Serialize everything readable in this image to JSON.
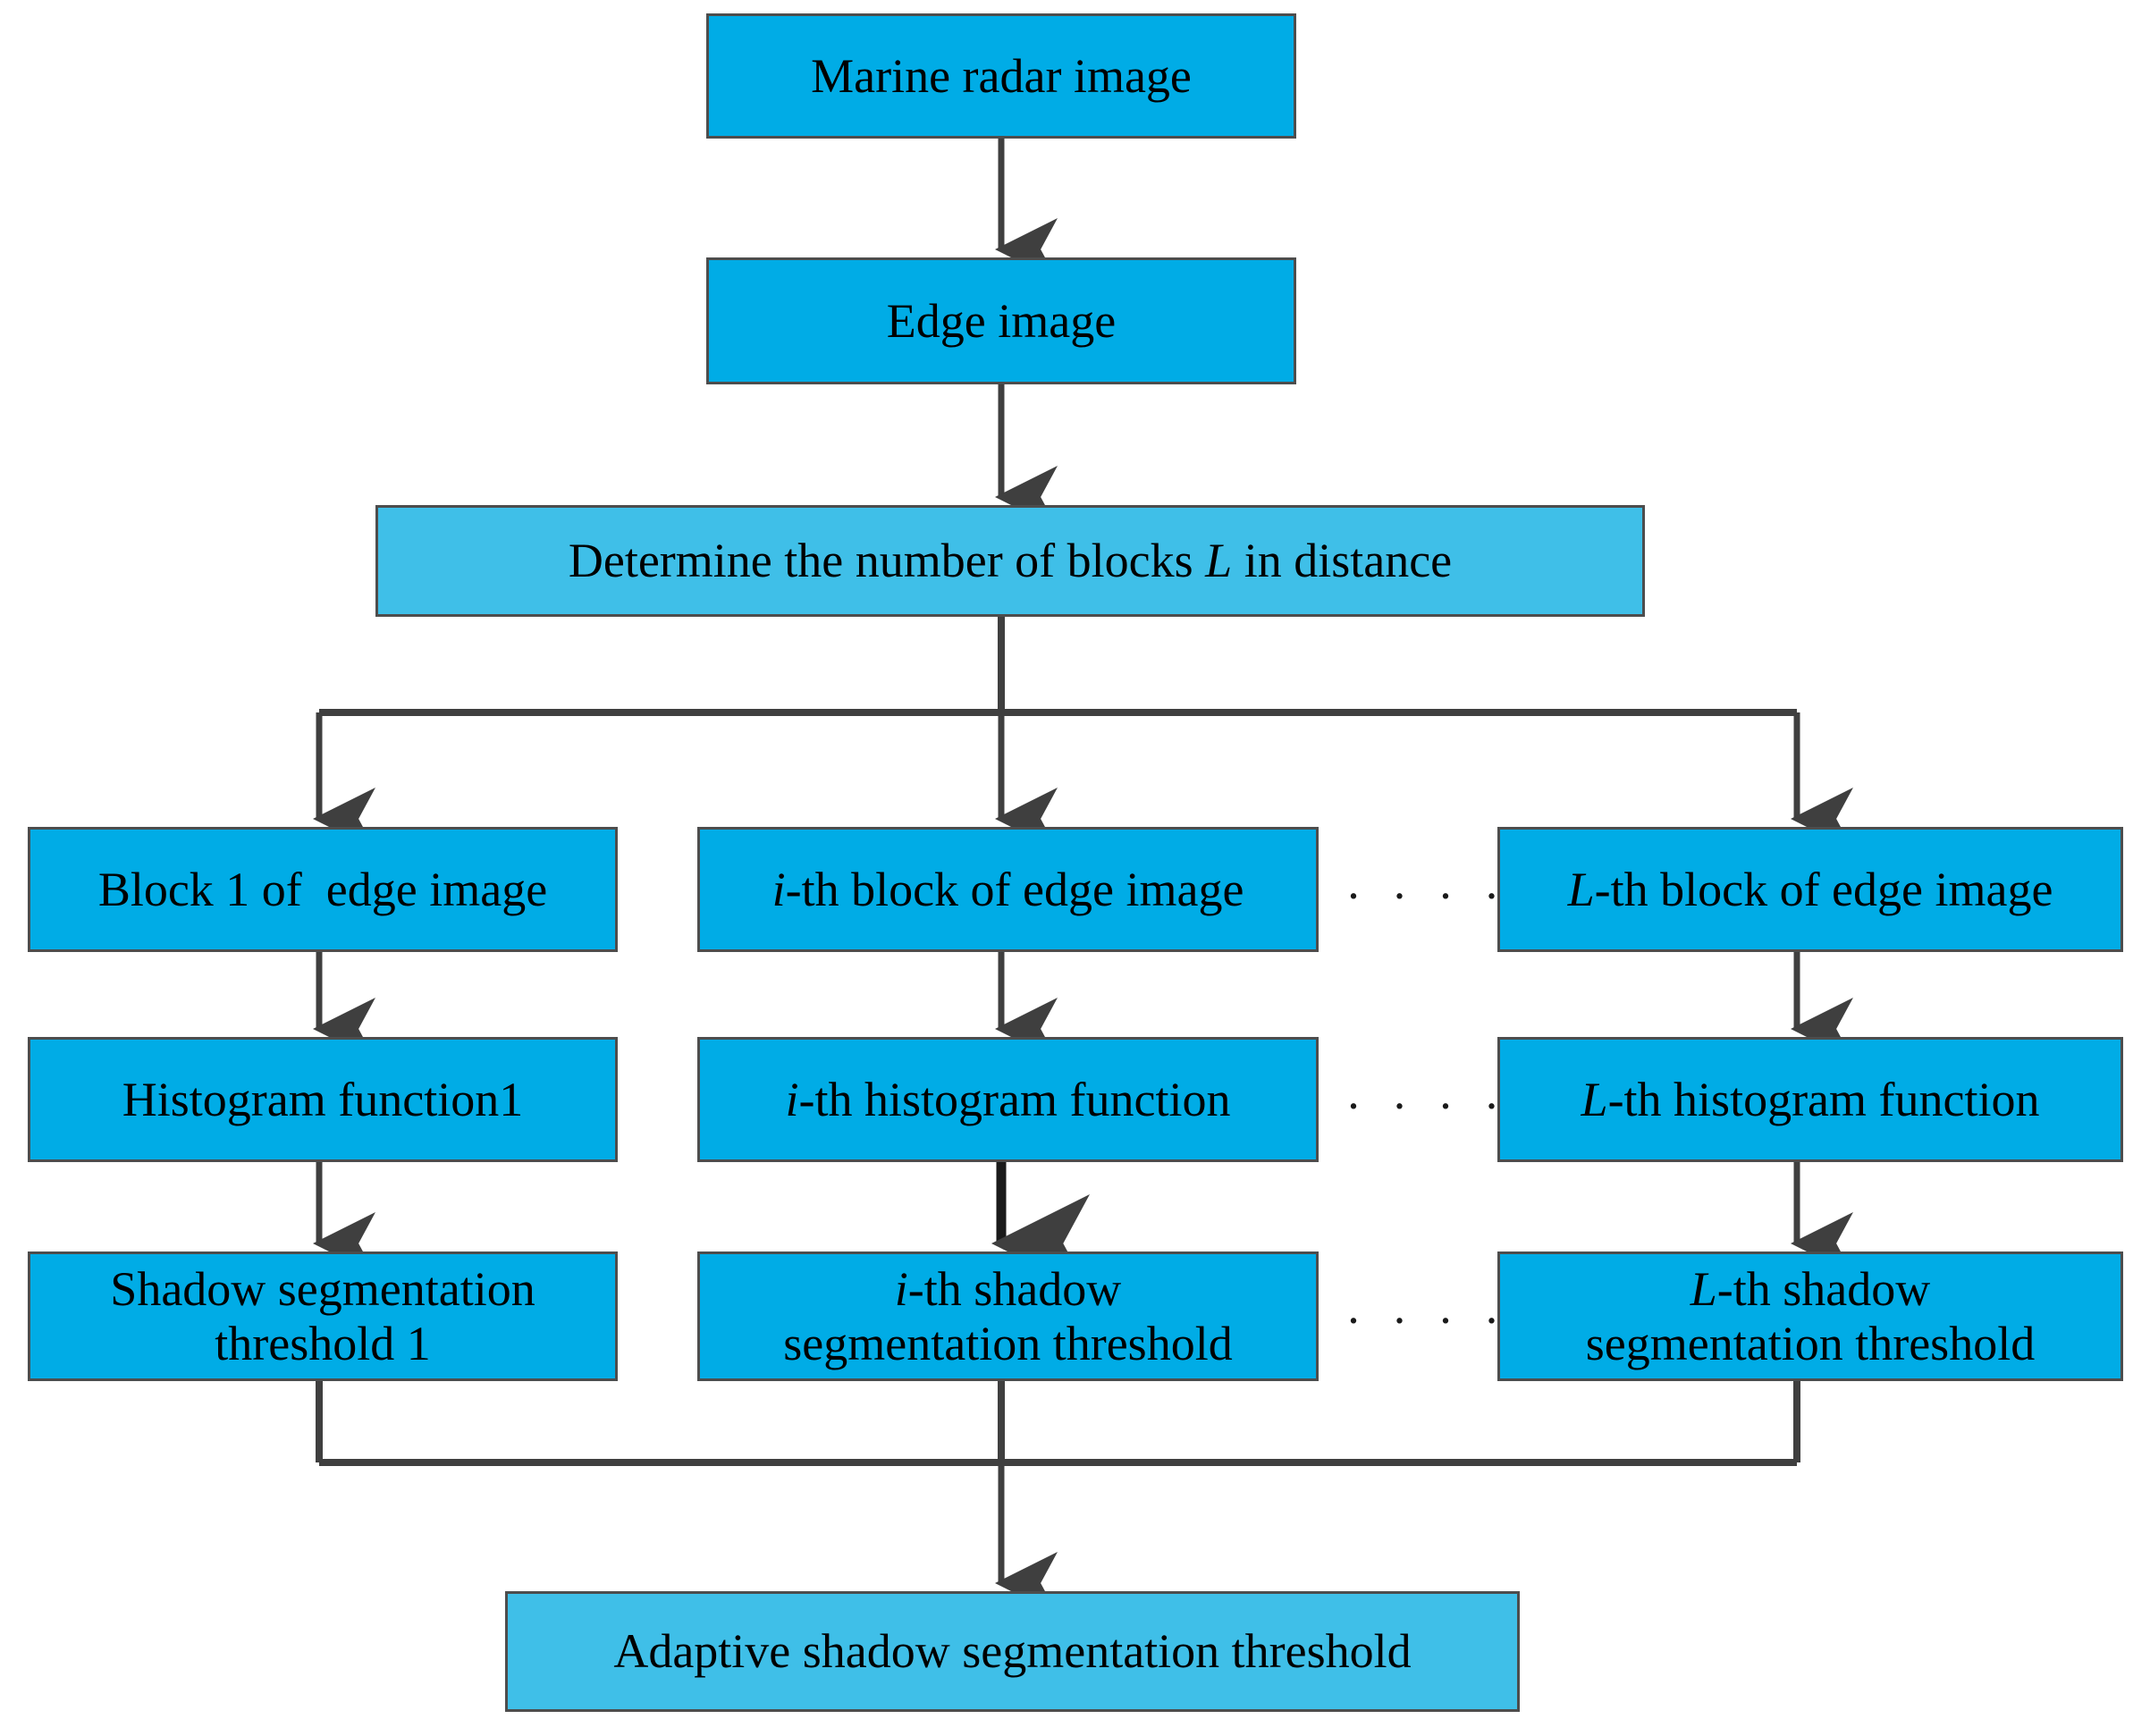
{
  "diagram": {
    "title": "Adaptive shadow segmentation threshold flowchart",
    "colors": {
      "box_fill": "#00ace6",
      "box_fill_light": "#3fbfe8",
      "box_border": "#4d4d4d",
      "arrow": "#3f3f3f",
      "text": "#000000",
      "background": "#ffffff"
    },
    "ellipsis": "· · · · · ·",
    "nodes": {
      "marine_radar_image": "Marine radar image",
      "edge_image": "Edge image",
      "determine_blocks_pre": "Determine the number of blocks ",
      "determine_blocks_var": "L",
      "determine_blocks_post": " in distance",
      "block_1": "Block 1 of  edge image",
      "block_i_var": "i",
      "block_i_rest": "-th block of edge image",
      "block_L_var": "L",
      "block_L_rest": "-th block of edge image",
      "histogram_1": "Histogram function1",
      "histogram_i_var": "i",
      "histogram_i_rest": "-th histogram function",
      "histogram_L_var": "L",
      "histogram_L_rest": "-th histogram function",
      "threshold_1_line1": "Shadow segmentation",
      "threshold_1_line2": "threshold 1",
      "threshold_i_var": "i",
      "threshold_i_rest": "-th shadow",
      "threshold_i_line2": "segmentation threshold",
      "threshold_L_var": "L",
      "threshold_L_rest": "-th shadow",
      "threshold_L_line2": "segmentation threshold",
      "adaptive_threshold": "Adaptive shadow segmentation threshold"
    },
    "edges": [
      "marine-radar-image -> edge-image",
      "edge-image -> determine-blocks",
      "determine-blocks -> block-1",
      "determine-blocks -> block-i",
      "determine-blocks -> block-L",
      "block-1 -> histogram-1",
      "block-i -> histogram-i",
      "block-L -> histogram-L",
      "histogram-1 -> threshold-1",
      "histogram-i -> threshold-i",
      "histogram-L -> threshold-L",
      "threshold-1 -> adaptive-threshold",
      "threshold-i -> adaptive-threshold",
      "threshold-L -> adaptive-threshold"
    ]
  }
}
